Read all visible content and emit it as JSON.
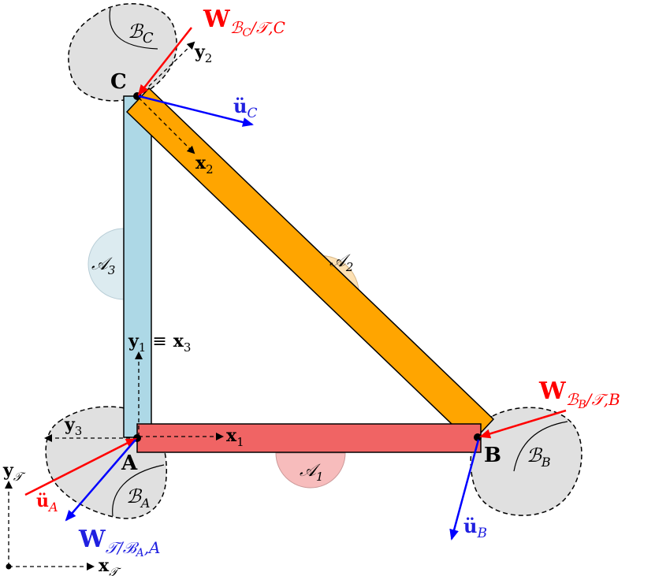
{
  "colors": {
    "bar_red": "#f06464",
    "bar_blue": "#add8e6",
    "bar_orange": "#ffa500",
    "body_gray": "#e0e0e0",
    "arrow_red": "#ff0000",
    "arrow_blue": "#0000ff",
    "text_black": "#000000",
    "area_red": "#f7bcbc",
    "area_orange": "#fde1b4",
    "area_blue": "#dcebf0"
  },
  "nodes": {
    "A": "A",
    "B": "B",
    "C": "C"
  },
  "bodies": {
    "BA_main": "ℬ",
    "BA_sub": "A",
    "BB_main": "ℬ",
    "BB_sub": "B",
    "BC_main": "ℬ",
    "BC_sub": "C"
  },
  "areas": {
    "A1_main": "𝒜",
    "A1_sub": "1",
    "A2_main": "𝒜",
    "A2_sub": "2",
    "A3_main": "𝒜",
    "A3_sub": "3"
  },
  "axes": {
    "x1_main": "x",
    "x1_sub": "1",
    "x2_main": "x",
    "x2_sub": "2",
    "y1x3_main": "y",
    "y1x3_sub": "1",
    "equiv": "≡",
    "y1x3_main2": "x",
    "y1x3_sub2": "3",
    "y2_main": "y",
    "y2_sub": "2",
    "y3_main": "y",
    "y3_sub": "3",
    "xT_main": "x",
    "xT_sub": "𝒯",
    "yT_main": "y",
    "yT_sub": "𝒯"
  },
  "forces": {
    "WC_main": "W",
    "WC_sub": "ℬ",
    "WC_subsub": "C",
    "WC_rest": "/𝒯,C",
    "WB_main": "W",
    "WB_sub": "ℬ",
    "WB_subsub": "B",
    "WB_rest": "/𝒯,B",
    "WA_main": "W",
    "WA_sub": "𝒯/ℬ",
    "WA_subsub": "A",
    "WA_rest": ",A"
  },
  "accelerations": {
    "uA_main": "ü",
    "uA_sub": "A",
    "uB_main": "ü",
    "uB_sub": "B",
    "uC_main": "ü",
    "uC_sub": "C"
  }
}
